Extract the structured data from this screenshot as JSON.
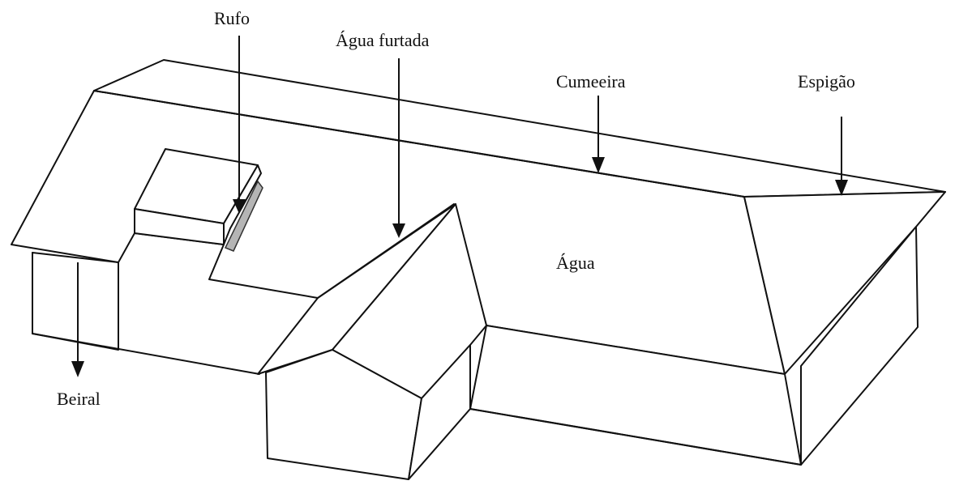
{
  "diagram": {
    "labels": {
      "rufo": "Rufo",
      "agua_furtada": "Água furtada",
      "cumeeira": "Cumeeira",
      "espigao": "Espigão",
      "agua": "Água",
      "beiral": "Beiral"
    },
    "colors": {
      "line": "#111111",
      "flashing": "#b5b5b5",
      "background": "#ffffff"
    }
  }
}
